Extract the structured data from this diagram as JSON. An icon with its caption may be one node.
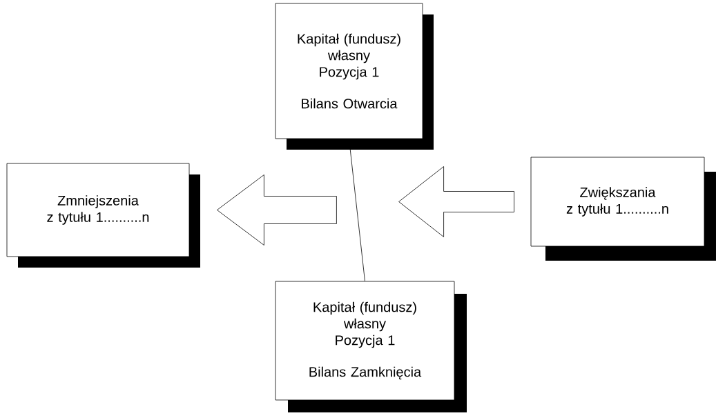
{
  "diagram": {
    "nodes": [
      {
        "text": [
          "Kapitał (fundusz) własny",
          "Pozycja 1",
          "Bilans Otwarcia"
        ]
      },
      {
        "text": [
          "Zmniejszenia",
          "z tytułu 1..........n"
        ]
      },
      {
        "text": [
          "Zwiększania",
          "z tytułu 1..........n"
        ]
      },
      {
        "text": [
          "Kapitał (fundusz) własny",
          "Pozycja 1",
          "Bilans Zamknięcia"
        ]
      }
    ],
    "edges": [
      {
        "from": 0,
        "to": 3,
        "arrow": "none"
      },
      {
        "from": 2,
        "to": null,
        "arrow": "to"
      },
      {
        "from": null,
        "to": 1,
        "arrow": "to"
      }
    ]
  }
}
